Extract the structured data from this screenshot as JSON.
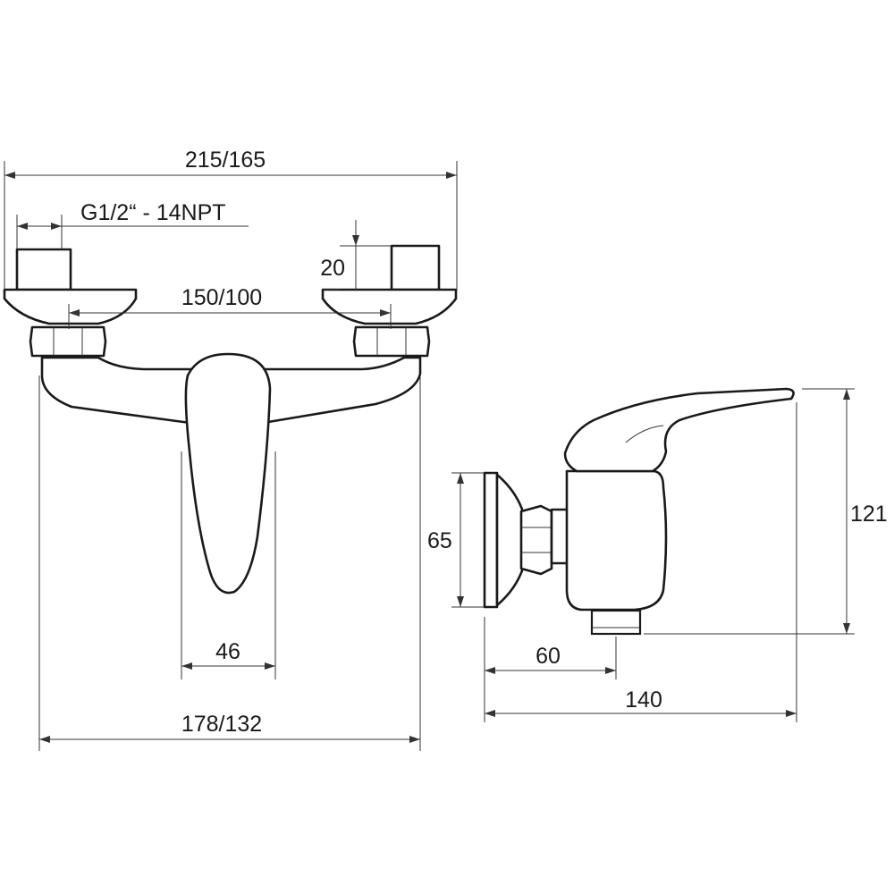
{
  "dimensions": {
    "overall_width": "215/165",
    "thread": "G1/2“ - 14NPT",
    "connector_height": "20",
    "inlet_spacing": "150/100",
    "handle_width": "46",
    "body_width": "178/132",
    "mount_height": "65",
    "depth_outlet": "60",
    "total_depth": "140",
    "total_height": "121"
  }
}
